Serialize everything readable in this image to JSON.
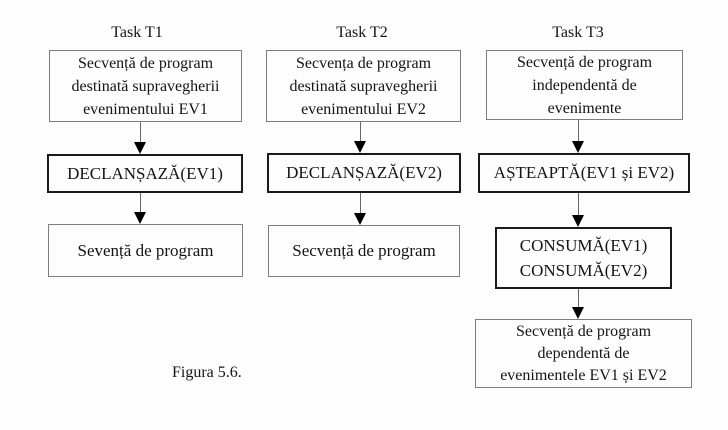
{
  "diagram": {
    "caption": "Figura 5.6.",
    "columns": [
      {
        "title": "Task T1",
        "box_top": {
          "lines": [
            "Secvență de program",
            "destinată supravegherii",
            "evenimentului EV1"
          ]
        },
        "box_action": {
          "label": "DECLANȘAZĂ(EV1)"
        },
        "box_bottom": {
          "label": "Sevență de program"
        }
      },
      {
        "title": "Task T2",
        "box_top": {
          "lines": [
            "Secvența de program",
            "destinată supravegherii",
            "evenimentului EV2"
          ]
        },
        "box_action": {
          "label": "DECLANȘAZĂ(EV2)"
        },
        "box_bottom": {
          "label": "Secvență de program"
        }
      },
      {
        "title": "Task T3",
        "box_top": {
          "lines": [
            "Secvență de program",
            "independentă de",
            "evenimente"
          ]
        },
        "box_action": {
          "label": "AȘTEAPTĂ(EV1 și EV2)"
        },
        "box_consume": {
          "lines": [
            "CONSUMĂ(EV1)",
            "CONSUMĂ(EV2)"
          ]
        },
        "box_bottom": {
          "lines": [
            "Secvență de program",
            "dependentă de",
            "evenimentele EV1 și EV2"
          ]
        }
      }
    ],
    "colors": {
      "thin_border": "#7d7d7d",
      "bold_border": "#1a1a1a",
      "arrow": "#000000",
      "background": "#fdfdfd",
      "text": "#141414"
    }
  }
}
